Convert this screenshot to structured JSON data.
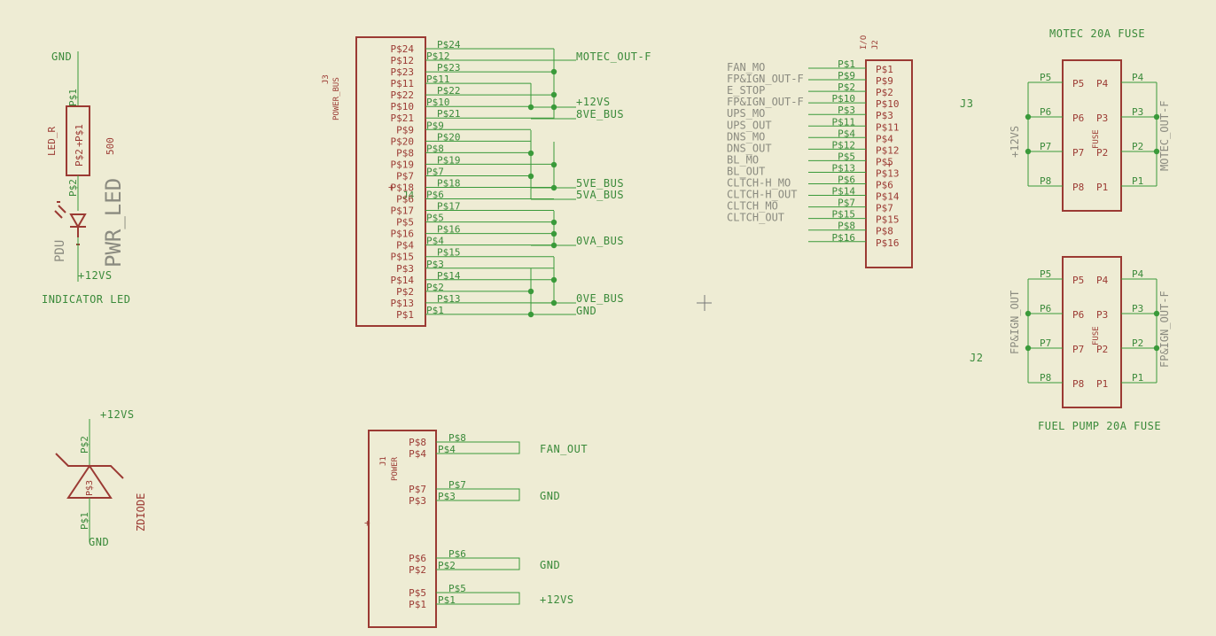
{
  "indicator": {
    "gnd": "GND",
    "v12": "+12VS",
    "r_name": "LED_R",
    "r_value": "500",
    "r_pin1": "P$1",
    "r_pin2": "P$2",
    "r_plus": "+",
    "pdu": "PDU",
    "led_label": "PWR_LED",
    "title": "INDICATOR LED"
  },
  "zdiode": {
    "v12": "+12VS",
    "gnd": "GND",
    "pin_top": "P$2",
    "pin_bot": "P$1",
    "label": "ZDIODE",
    "overlap": "P$3"
  },
  "power_bus": {
    "ref": "J3",
    "name": "POWER_BUS",
    "stray_j4": "J4",
    "stray_plus": "+",
    "pins": [
      "P$24",
      "P$12",
      "P$23",
      "P$11",
      "P$22",
      "P$10",
      "P$21",
      "P$9",
      "P$20",
      "P$8",
      "P$19",
      "P$7",
      "P$18",
      "P$6",
      "P$17",
      "P$5",
      "P$16",
      "P$4",
      "P$15",
      "P$3",
      "P$14",
      "P$2",
      "P$13",
      "P$1"
    ],
    "wire_labels": [
      "P$24",
      "P$12",
      "P$23",
      "P$11",
      "P$22",
      "P$10",
      "P$21",
      "P$9",
      "P$20",
      "P$8",
      "P$19",
      "P$7",
      "P$18",
      "P$6",
      "P$17",
      "P$5",
      "P$16",
      "P$4",
      "P$15",
      "P$3",
      "P$14",
      "P$2",
      "P$13",
      "P$1"
    ],
    "nets": [
      "MOTEC_OUT-F",
      "+12VS",
      "8VE_BUS",
      "5VE_BUS",
      "5VA_BUS",
      "0VA_BUS",
      "0VE_BUS",
      "GND"
    ]
  },
  "power": {
    "ref": "J1",
    "name": "POWER",
    "groups": [
      {
        "pins": [
          "P$8",
          "P$4"
        ],
        "net": "FAN_OUT"
      },
      {
        "pins": [
          "P$7",
          "P$3"
        ],
        "net": "GND"
      },
      {
        "pins": [
          "P$6",
          "P$2"
        ],
        "net": "GND"
      },
      {
        "pins": [
          "P$5",
          "P$1"
        ],
        "net": "+12VS"
      }
    ]
  },
  "io": {
    "ref": "J2",
    "name": "I/O",
    "plus": "+",
    "rows": [
      {
        "net": "FAN_MO",
        "wire": "P$1",
        "pin": "P$1"
      },
      {
        "net": "FP&IGN_OUT-F",
        "wire": "P$9",
        "pin": "P$9"
      },
      {
        "net": "E_STOP",
        "wire": "P$2",
        "pin": "P$2"
      },
      {
        "net": "FP&IGN_OUT-F",
        "wire": "P$10",
        "pin": "P$10"
      },
      {
        "net": "UPS_MO",
        "wire": "P$3",
        "pin": "P$3"
      },
      {
        "net": "UPS_OUT",
        "wire": "P$11",
        "pin": "P$11"
      },
      {
        "net": "DNS_MO",
        "wire": "P$4",
        "pin": "P$4"
      },
      {
        "net": "DNS_OUT",
        "wire": "P$12",
        "pin": "P$12"
      },
      {
        "net": "BL_MO",
        "wire": "P$5",
        "pin": "P$5"
      },
      {
        "net": "BL_OUT",
        "wire": "P$13",
        "pin": "P$13"
      },
      {
        "net": "CLTCH-H_MO",
        "wire": "P$6",
        "pin": "P$6"
      },
      {
        "net": "CLTCH-H_OUT",
        "wire": "P$14",
        "pin": "P$14"
      },
      {
        "net": "CLTCH_MO",
        "wire": "P$7",
        "pin": "P$7"
      },
      {
        "net": "CLTCH_OUT",
        "wire": "P$15",
        "pin": "P$15"
      },
      {
        "net": "",
        "wire": "P$8",
        "pin": "P$8"
      },
      {
        "net": "",
        "wire": "P$16",
        "pin": "P$16"
      }
    ]
  },
  "fuse_motec": {
    "title": "MOTEC 20A FUSE",
    "ref": "J3",
    "left_net": "+12VS",
    "right_net": "MOTEC_OUT-F",
    "label": "FUSE",
    "left": [
      "P5",
      "P6",
      "P7",
      "P8"
    ],
    "inner_left": [
      "P5",
      "P6",
      "P7",
      "P8"
    ],
    "inner_right": [
      "P4",
      "P3",
      "P2",
      "P1"
    ],
    "right": [
      "P4",
      "P3",
      "P2",
      "P1"
    ]
  },
  "fuse_pump": {
    "title": "FUEL PUMP 20A FUSE",
    "ref": "J2",
    "left_net": "FP&IGN_OUT",
    "right_net": "FP&IGN_OUT-F",
    "label": "FUSE",
    "left": [
      "P5",
      "P6",
      "P7",
      "P8"
    ],
    "inner_left": [
      "P5",
      "P6",
      "P7",
      "P8"
    ],
    "inner_right": [
      "P4",
      "P3",
      "P2",
      "P1"
    ],
    "right": [
      "P4",
      "P3",
      "P2",
      "P1"
    ]
  }
}
